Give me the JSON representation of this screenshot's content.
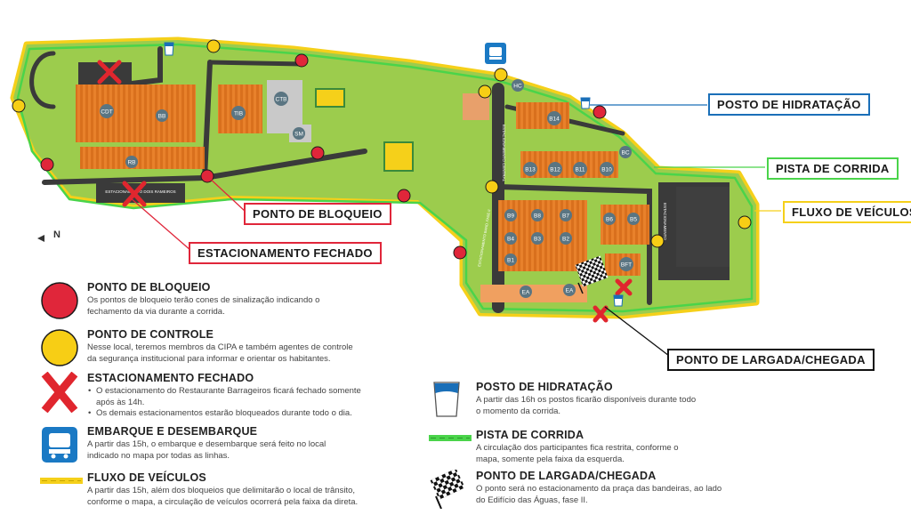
{
  "map": {
    "north_label": "N",
    "building_labels": [
      "CDT",
      "BB",
      "RB",
      "TIB",
      "CTB",
      "SM",
      "HC",
      "B14",
      "B13",
      "B12",
      "B11",
      "B10",
      "BC",
      "B9",
      "B8",
      "B7",
      "B6",
      "B5",
      "B4",
      "B3",
      "B2",
      "B1",
      "BFT",
      "EA",
      "EA"
    ],
    "road_labels": [
      "ESTACIONAMENTO DOIS RAMEIROS",
      "ESTACIONAMENTO CENTRAL",
      "ESTACIONAMENTO",
      "ESTACIONAMENTO BAND. FASE II"
    ],
    "colors": {
      "grass": "#9ccc4d",
      "road": "#3a3a3a",
      "vehicle_flow": "#f5d01a",
      "race_track": "#4ad44a",
      "building": "#e8812b",
      "block_point": "#e0263a",
      "control_point": "#f7ce15",
      "closed_parking": "#e0262e",
      "bus": "#1a79c4",
      "hydration": "#1a6fb8"
    }
  },
  "callouts": {
    "posto_hidratacao": "POSTO DE HIDRATAÇÃO",
    "pista_corrida": "PISTA DE CORRIDA",
    "fluxo_veiculos": "FLUXO DE VEÍCULOS",
    "ponto_bloqueio": "PONTO DE BLOQUEIO",
    "estacionamento_fechado": "ESTACIONAMENTO FECHADO",
    "ponto_largada": "PONTO DE LARGADA/CHEGADA"
  },
  "legend": {
    "bloqueio": {
      "title": "PONTO DE BLOQUEIO",
      "desc": "Os pontos de bloqueio terão cones de sinalização indicando o fechamento da via durante a corrida."
    },
    "controle": {
      "title": "PONTO DE CONTROLE",
      "desc": "Nesse local, teremos membros da CIPA e também agentes de controle da segurança institucional para informar e orientar os habitantes."
    },
    "estacionamento": {
      "title": "ESTACIONAMENTO FECHADO",
      "bullets": [
        "O estacionamento do Restaurante Barrageiros ficará fechado somente após às 14h.",
        "Os demais estacionamentos estarão bloqueados durante todo o dia."
      ]
    },
    "embarque": {
      "title": "EMBARQUE E DESEMBARQUE",
      "desc": "A partir das 15h, o embarque e desembarque será feito no local indicado no mapa por todas as linhas."
    },
    "fluxo": {
      "title": "FLUXO DE VEÍCULOS",
      "desc": "A partir das 15h, além dos bloqueios que delimitarão o local de trânsito, conforme o mapa, a circulação de veículos ocorrerá pela faixa da direta."
    },
    "hidratacao": {
      "title": "POSTO DE HIDRATAÇÃO",
      "desc": "A partir das 16h os postos ficarão disponíveis durante todo o momento da corrida."
    },
    "pista": {
      "title": "PISTA DE CORRIDA",
      "desc": "A circulação dos participantes fica restrita, conforme o mapa, somente pela faixa da esquerda."
    },
    "largada": {
      "title": "PONTO DE LARGADA/CHEGADA",
      "desc": "O ponto será no estacionamento da praça das bandeiras, ao lado do Edifício das Águas, fase II."
    }
  }
}
